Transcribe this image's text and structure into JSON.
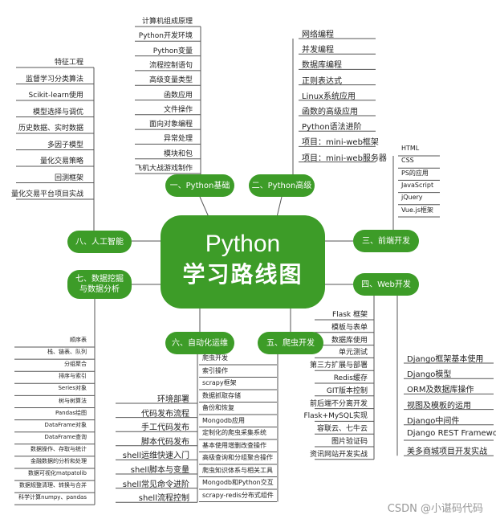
{
  "center": {
    "line1": "Python",
    "line2": "学习路线图"
  },
  "branches": {
    "b1": "一、Python基础",
    "b2": "二、Python高级",
    "b3": "三、前端开发",
    "b4": "四、Web开发",
    "b5": "五、爬虫开发",
    "b6": "六、自动化运维",
    "b7": "七、数据挖掘\n与数据分析",
    "b8": "八、人工智能"
  },
  "leaves": {
    "b1": [
      "计算机组成原理",
      "Python开发环境",
      "Python变量",
      "流程控制语句",
      "高级变量类型",
      "函数应用",
      "文件操作",
      "面向对象编程",
      "异常处理",
      "模块和包",
      "飞机大战游戏制作"
    ],
    "b2": [
      "网络编程",
      "并发编程",
      "数据库编程",
      "正则表达式",
      "Linux系统应用",
      "函数的高级应用",
      "Python语法进阶",
      "项目：mini-web框架",
      "项目：mini-web服务器"
    ],
    "b3": [
      "HTML",
      "CSS",
      "PS的应用",
      "JavaScript",
      "jQuery",
      "Vue.js框架"
    ],
    "b4a": [
      "Flask  框架",
      "模板与表单",
      "数据库使用",
      "单元测试",
      "第三方扩展与部署",
      "Redis缓存",
      "GIT版本控制",
      "前后端不分离开发",
      "Flask+MySQL实现",
      "容联云、七牛云",
      "图片验证码",
      "资讯网站开发实战"
    ],
    "b4b": [
      "Django框架基本使用",
      "Django模型",
      "ORM及数据库操作",
      "视图及模板的运用",
      "Django中间件",
      "Django REST Framework",
      "美多商城项目开发实战"
    ],
    "b5": [
      "爬虫开发",
      "索引操作",
      "scrapy框架",
      "数据抓取存储",
      "备份和恢复",
      "Mongodb应用",
      "定制化的爬虫采集系统",
      "基本使用增删改查操作",
      "高级查询和分组聚合操作",
      "爬虫知识体系与相关工具",
      "Mongodb和Python交互",
      "scrapy-redis分布式组件"
    ],
    "b6": [
      "环境部署",
      "代码发布流程",
      "手工代码发布",
      "脚本代码发布",
      "shell运维快速入门",
      "shell脚本与变量",
      "shell常见命令进阶",
      "shell流程控制"
    ],
    "b7": [
      "顺序表",
      "栈、链表、队列",
      "分组聚合",
      "排序与索引",
      "Series对象",
      "树与树算法",
      "Pandas绘图",
      "DataFrame对象",
      "DataFrame查询",
      "数据操作、存取与统计",
      "金融数据的分析和处理",
      "数据可视化matpatolib",
      "数据规整清理、转换与合并",
      "科学计算numpy、pandas"
    ],
    "b8": [
      "特征工程",
      "监督学习分类算法",
      "Scikit-learn使用",
      "模型选择与调优",
      "历史数据、实时数据",
      "多因子模型",
      "量化交易策略",
      "回测框架",
      "量化交易平台项目实战"
    ]
  },
  "watermark": "CSDN @小谌码代码",
  "colors": {
    "green": "#3d9c28",
    "line": "#555555"
  }
}
